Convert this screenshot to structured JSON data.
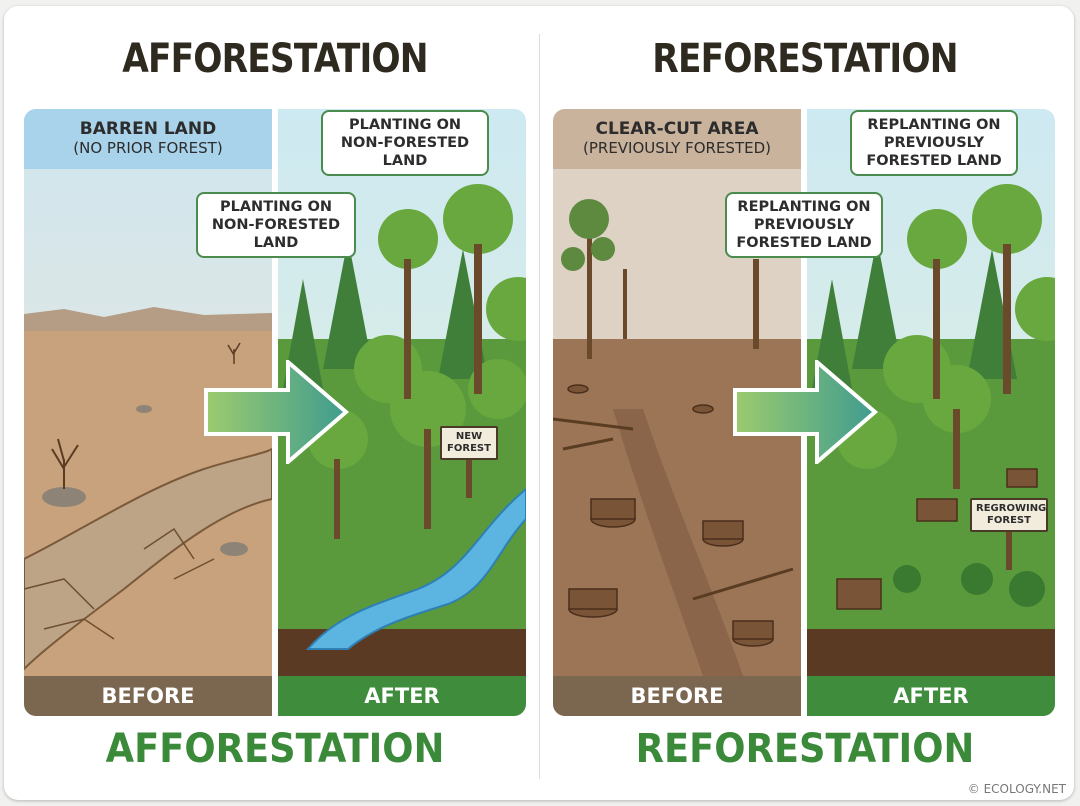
{
  "left": {
    "title": "AFFORESTATION",
    "bottom_title": "AFFORESTATION",
    "before": {
      "header_line1": "BARREN LAND",
      "header_line2": "(NO PRIOR FOREST)",
      "footer": "BEFORE"
    },
    "after": {
      "callout": "PLANTING ON NON-FORESTED LAND",
      "sign": "NEW FOREST",
      "footer": "AFTER"
    },
    "center_callout": "PLANTING ON NON-FORESTED LAND"
  },
  "right": {
    "title": "REFORESTATION",
    "bottom_title": "REFORESTATION",
    "before": {
      "header_line1": "CLEAR-CUT AREA",
      "header_line2": "(PREVIOUSLY FORESTED)",
      "footer": "BEFORE"
    },
    "after": {
      "callout": "REPLANTING ON PREVIOUSLY FORESTED LAND",
      "sign": "REGROWING FOREST",
      "footer": "AFTER"
    },
    "center_callout": "REPLANTING ON PREVIOUSLY FORESTED LAND"
  },
  "credit": "© ECOLOGY.NET",
  "colors": {
    "title_dark": "#2f2a1f",
    "title_green": "#3a8a3a",
    "before_footer": "#7b6650",
    "after_footer": "#3f8c3c",
    "callout_border": "#4b8b4e",
    "barren_header": "#a9d3ea",
    "clearcut_header": "#c9b39c"
  }
}
